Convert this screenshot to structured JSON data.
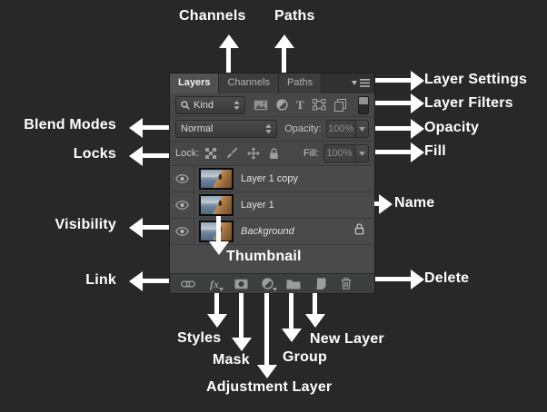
{
  "colors": {
    "background": "#282828",
    "panel_body": "#474747",
    "tabbar": "#313131",
    "active_tab": "#515151",
    "toolbar": "#3d3f3f",
    "annotation_text": "#ffffff",
    "arrow": "#ffffff"
  },
  "panel": {
    "tabs": [
      {
        "label": "Layers"
      },
      {
        "label": "Channels"
      },
      {
        "label": "Paths"
      }
    ],
    "filter_row": {
      "kind_label": "Kind",
      "type_glyph": "T"
    },
    "blend_row": {
      "mode": "Normal",
      "opacity_label": "Opacity:",
      "opacity_value": "100%"
    },
    "lock_row": {
      "label": "Lock:",
      "fill_label": "Fill:",
      "fill_value": "100%"
    },
    "layers": [
      {
        "name": "Layer 1 copy"
      },
      {
        "name": "Layer 1"
      },
      {
        "name": "Background"
      }
    ],
    "toolbar": {
      "fx_label": "fx"
    }
  },
  "annotations": {
    "channels": "Channels",
    "paths": "Paths",
    "layer_settings": "Layer Settings",
    "layer_filters": "Layer Filters",
    "opacity": "Opacity",
    "fill": "Fill",
    "name": "Name",
    "delete": "Delete",
    "blend_modes": "Blend Modes",
    "locks": "Locks",
    "visibility": "Visibility",
    "link": "Link",
    "thumbnail": "Thumbnail",
    "styles": "Styles",
    "mask": "Mask",
    "adjustment_layer": "Adjustment Layer",
    "group": "Group",
    "new_layer": "New Layer"
  }
}
